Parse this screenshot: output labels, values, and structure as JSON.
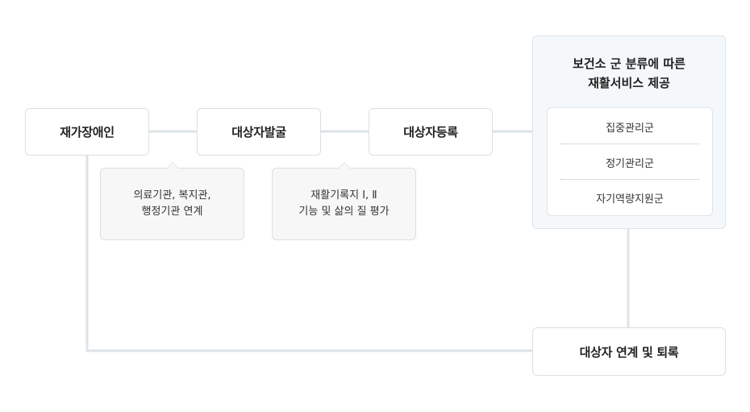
{
  "flow": {
    "step1": "재가장애인",
    "step2": "대상자발굴",
    "step3": "대상자등록",
    "final": "대상자 연계 및 퇴록"
  },
  "notes": {
    "note1": [
      "의료기관, 복지관,",
      "행정기관 연계"
    ],
    "note2": [
      "재활기록지 Ⅰ, Ⅱ",
      "기능 및 삶의 질 평가"
    ]
  },
  "panel": {
    "title": [
      "보건소 군 분류에 따른",
      "재활서비스 제공"
    ],
    "groups": [
      "집중관리군",
      "정기관리군",
      "자기역량지원군"
    ]
  },
  "colors": {
    "connector": "#dde3e7",
    "panel_bg": "#f5f8fa",
    "note_bg": "#f7f7f7",
    "border": "#dcdfe3"
  }
}
